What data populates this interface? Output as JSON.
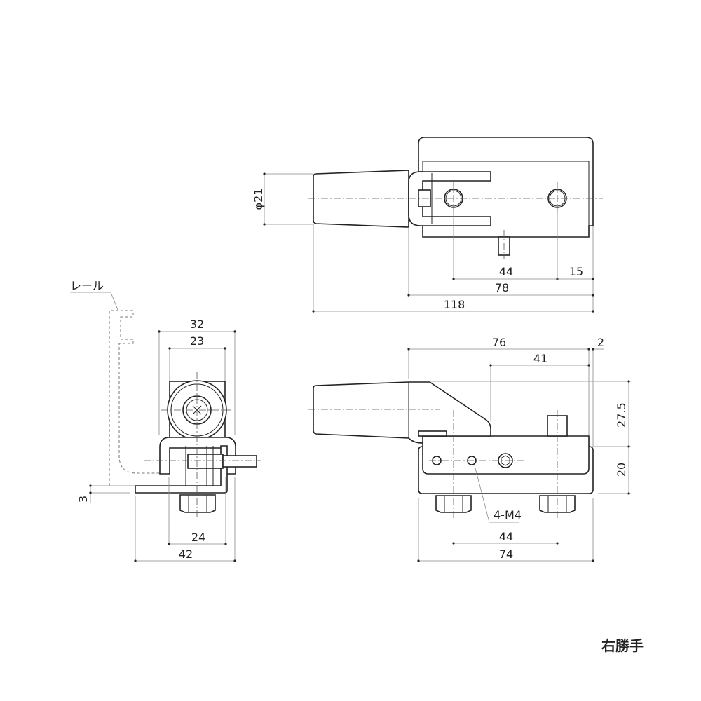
{
  "title": "右勝手",
  "top_view": {
    "dims": {
      "diameter": "φ21",
      "hole_pitch": "44",
      "edge": "15",
      "body_length": "78",
      "overall_length": "118"
    }
  },
  "front_view": {
    "dims": {
      "length": "76",
      "offset": "2",
      "pin_distance": "41",
      "height_upper": "27.5",
      "height_lower": "20",
      "nut_pitch": "44",
      "base_length": "74"
    },
    "callout": "4-M4"
  },
  "side_view": {
    "rail_label": "レール",
    "dims": {
      "outer_width": "32",
      "inner_width": "23",
      "bottom_inner": "24",
      "bottom_outer": "42",
      "thickness": "3"
    }
  }
}
